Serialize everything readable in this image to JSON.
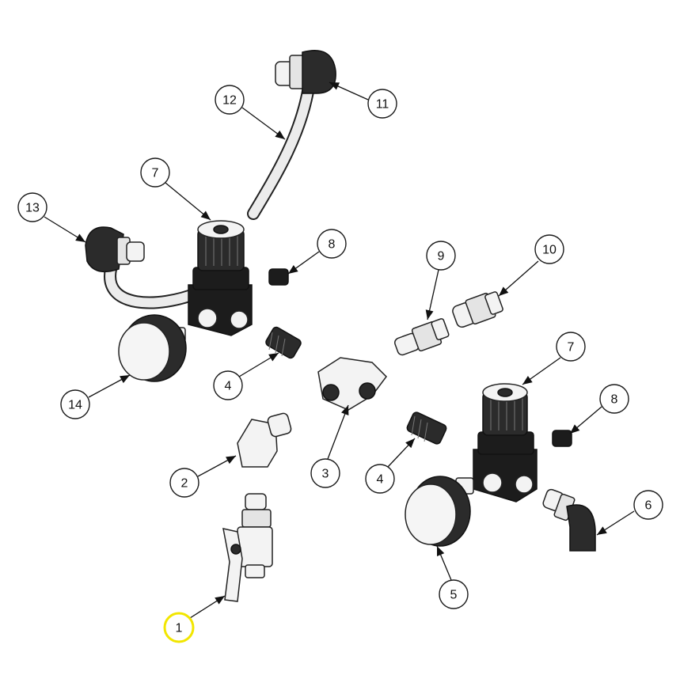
{
  "callouts": [
    {
      "id": "c1",
      "label": "1",
      "highlighted": true
    },
    {
      "id": "c2",
      "label": "2"
    },
    {
      "id": "c3",
      "label": "3"
    },
    {
      "id": "c4a",
      "label": "4"
    },
    {
      "id": "c4b",
      "label": "4"
    },
    {
      "id": "c5",
      "label": "5"
    },
    {
      "id": "c6",
      "label": "6"
    },
    {
      "id": "c7a",
      "label": "7"
    },
    {
      "id": "c7b",
      "label": "7"
    },
    {
      "id": "c8a",
      "label": "8"
    },
    {
      "id": "c8b",
      "label": "8"
    },
    {
      "id": "c9",
      "label": "9"
    },
    {
      "id": "c10",
      "label": "10"
    },
    {
      "id": "c11",
      "label": "11"
    },
    {
      "id": "c12",
      "label": "12"
    },
    {
      "id": "c13",
      "label": "13"
    },
    {
      "id": "c14",
      "label": "14"
    }
  ],
  "colors": {
    "highlight": "#f2e600",
    "outline": "#1a1a1a",
    "dark_part": "#2b2b2b",
    "metal_part": "#e4e4e4"
  }
}
